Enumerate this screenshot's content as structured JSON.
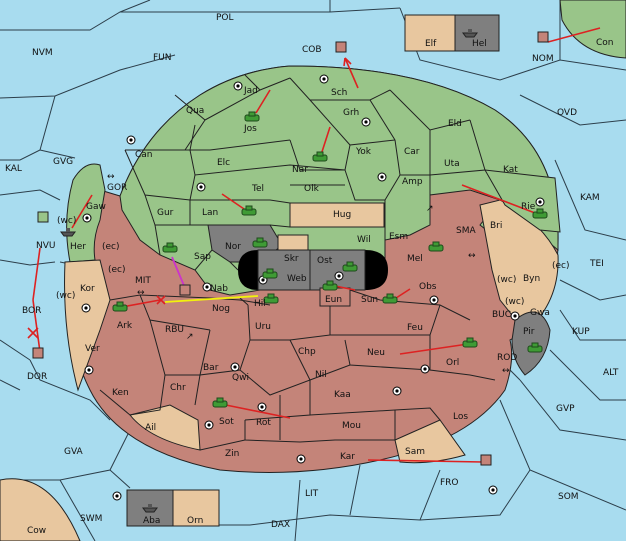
{
  "colors": {
    "sea": "#a8dcef",
    "green": "#99c589",
    "red": "#c48479",
    "tan": "#e8c79f",
    "grey": "#7f7f7f",
    "black": "#000000",
    "order_red": "#dd2222",
    "support_yellow": "#f2f20c",
    "convoy_magenta": "#cc33cc"
  },
  "sea_labels": {
    "pol": "POL",
    "nvm": "NVM",
    "fun": "FUN",
    "cob": "COB",
    "nom": "NOM",
    "con": "Con",
    "ovd": "OVD",
    "kal": "KAL",
    "gvg": "GVG",
    "gor": "GOR",
    "kam": "KAM",
    "tei": "TEI",
    "sma": "SMA",
    "nvu": "NVU",
    "bor": "BOR",
    "mit": "MIT",
    "rbu": "RBU",
    "buc": "BUC",
    "kup": "KUP",
    "rod": "ROD",
    "alt": "ALT",
    "gvp": "GVP",
    "dor": "DOR",
    "gva": "GVA",
    "fro": "FRO",
    "som": "SOM",
    "lit": "LIT",
    "dax": "DAX",
    "swm": "SWM",
    "cow": "Cow"
  },
  "island_labels": {
    "elf": "Elf",
    "hel": "Hel",
    "aba": "Aba",
    "orn": "Orn"
  },
  "green_labels": {
    "jad": "Jad",
    "qua": "Qua",
    "sch": "Sch",
    "jos": "Jos",
    "grh": "Grh",
    "eld": "Eld",
    "can": "Can",
    "elc": "Elc",
    "yok": "Yok",
    "car": "Car",
    "nar": "Nar",
    "uta": "Uta",
    "kat": "Kat",
    "tel": "Tel",
    "olk": "Olk",
    "amp": "Amp",
    "gaw": "Gaw",
    "gur": "Gur",
    "lan": "Lan",
    "rie": "Rie",
    "her": "Her",
    "sap": "Sap",
    "esm": "Esm",
    "mel": "Mel",
    "wil": "Wil",
    "nab": "Nab"
  },
  "tan_labels": {
    "hug": "Hug",
    "bri": "Bri",
    "byn": "Byn",
    "gwa": "Gwa",
    "kor": "Kor",
    "ver": "Ver",
    "ail": "Ail",
    "sam": "Sam"
  },
  "grey_labels": {
    "nor": "Nor",
    "skr": "Skr",
    "ost": "Ost",
    "web": "Web",
    "pir": "Pir"
  },
  "red_labels": {
    "obs": "Obs",
    "eun": "Eun",
    "sun": "Sun",
    "hil": "Hil",
    "nog": "Nog",
    "ark": "Ark",
    "uru": "Uru",
    "feu": "Feu",
    "chp": "Chp",
    "neu": "Neu",
    "orl": "Orl",
    "bar": "Bar",
    "qwi": "Qwi",
    "nil": "Nil",
    "ken": "Ken",
    "chr": "Chr",
    "kaa": "Kaa",
    "sot": "Sot",
    "rot": "Rot",
    "mou": "Mou",
    "los": "Los",
    "zin": "Zin",
    "kar": "Kar"
  },
  "coast_tags": {
    "ec1": "(ec)",
    "wc1": "(wc)",
    "ec2": "(ec)",
    "wc2": "(wc)",
    "ec3": "(ec)",
    "wc3": "(wc)",
    "wc4": "(wc)"
  },
  "arrows_marks": {
    "gor": "↔",
    "mit": "↔",
    "rbu": "↗",
    "sma": "↗",
    "sma2": "↔",
    "rod": "↔"
  }
}
